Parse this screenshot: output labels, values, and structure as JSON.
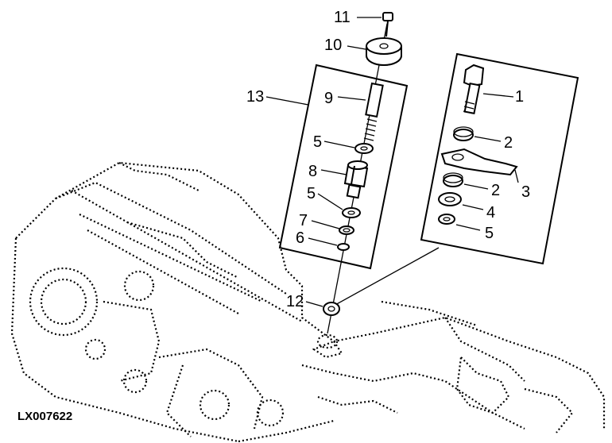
{
  "figure_id": "LX007622",
  "callouts": {
    "c1": "1",
    "c2a": "2",
    "c2b": "2",
    "c3": "3",
    "c4": "4",
    "c5a": "5",
    "c5b": "5",
    "c5c": "5",
    "c6": "6",
    "c7": "7",
    "c8": "8",
    "c9": "9",
    "c10": "10",
    "c11": "11",
    "c12": "12",
    "c13": "13"
  }
}
